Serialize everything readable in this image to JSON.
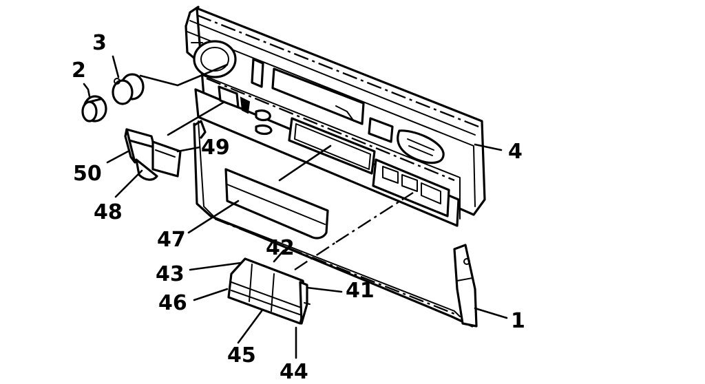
{
  "colors": {
    "ink": "#000000",
    "paper": "#ffffff"
  },
  "callouts": [
    {
      "id": "c1",
      "text": "1"
    },
    {
      "id": "c2",
      "text": "2"
    },
    {
      "id": "c3",
      "text": "3"
    },
    {
      "id": "c4",
      "text": "4"
    },
    {
      "id": "c41",
      "text": "41"
    },
    {
      "id": "c42",
      "text": "42"
    },
    {
      "id": "c43",
      "text": "43"
    },
    {
      "id": "c44",
      "text": "44"
    },
    {
      "id": "c45",
      "text": "45"
    },
    {
      "id": "c46",
      "text": "46"
    },
    {
      "id": "c47",
      "text": "47"
    },
    {
      "id": "c48",
      "text": "48"
    },
    {
      "id": "c49",
      "text": "49"
    },
    {
      "id": "c50",
      "text": "50"
    }
  ]
}
